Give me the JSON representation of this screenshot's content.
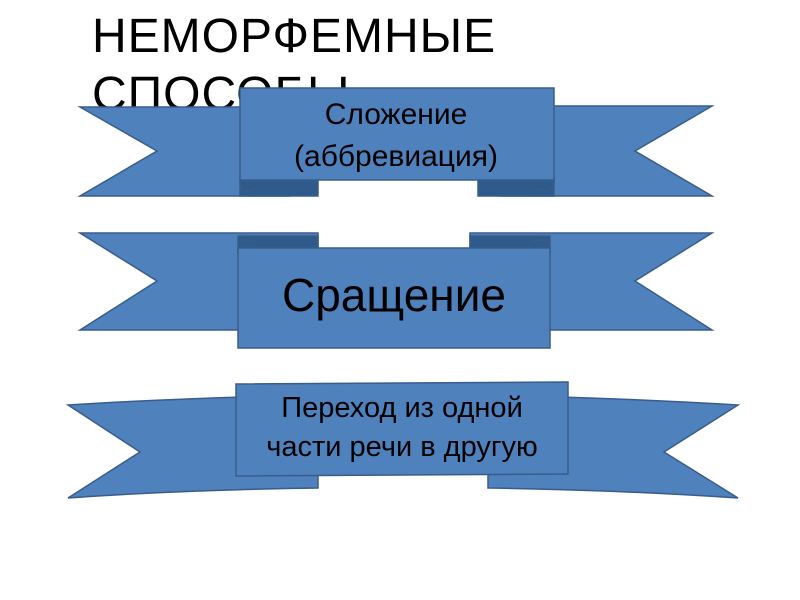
{
  "slide": {
    "title": "НЕМОРФЕМНЫЕ СПОСОБЫ"
  },
  "banners": [
    {
      "label": "Сложение (аббревиация)"
    },
    {
      "label": "Сращение"
    },
    {
      "label": "Переход из одной части речи в другую"
    }
  ],
  "colors": {
    "banner_fill": "#4f81bd",
    "banner_stroke": "#385d8a",
    "text": "#000000",
    "background": "#ffffff"
  }
}
